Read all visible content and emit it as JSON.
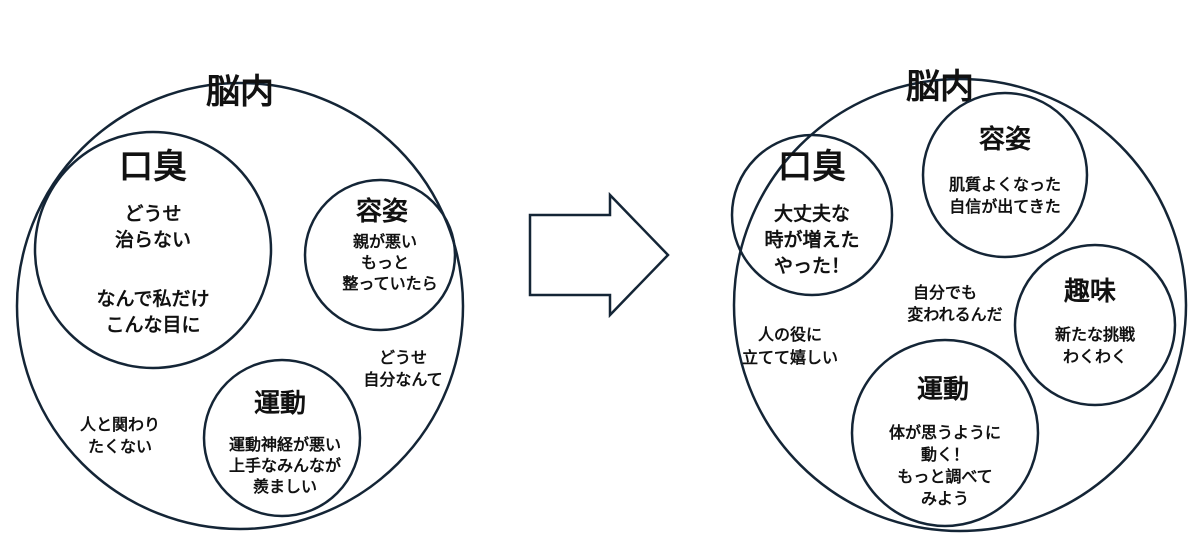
{
  "before": {
    "title": "脳内",
    "mouth": {
      "title": "口臭",
      "lines": [
        "どうせ",
        "治らない",
        "なんで私だけ",
        "こんな目に"
      ]
    },
    "appearance": {
      "title": "容姿",
      "lines": [
        "親が悪い",
        "もっと",
        "整っていたら"
      ]
    },
    "exercise": {
      "title": "運動",
      "lines": [
        "運動神経が悪い",
        "上手なみんなが",
        "羨ましい"
      ]
    },
    "free1": [
      "どうせ",
      "自分なんて"
    ],
    "free2": [
      "人と関わり",
      "たくない"
    ]
  },
  "after": {
    "title": "脳内",
    "mouth": {
      "title": "口臭",
      "lines": [
        "大丈夫な",
        "時が増えた",
        "やった！"
      ]
    },
    "appearance": {
      "title": "容姿",
      "lines": [
        "肌質よくなった",
        "自信が出てきた"
      ]
    },
    "hobby": {
      "title": "趣味",
      "lines": [
        "新たな挑戦",
        "わくわく"
      ]
    },
    "exercise": {
      "title": "運動",
      "lines": [
        "体が思うように",
        "動く！",
        "もっと調べて",
        "みよう"
      ]
    },
    "free1": [
      "自分でも",
      "変われるんだ"
    ],
    "free2": [
      "人の役に",
      "立てて嬉しい"
    ]
  }
}
